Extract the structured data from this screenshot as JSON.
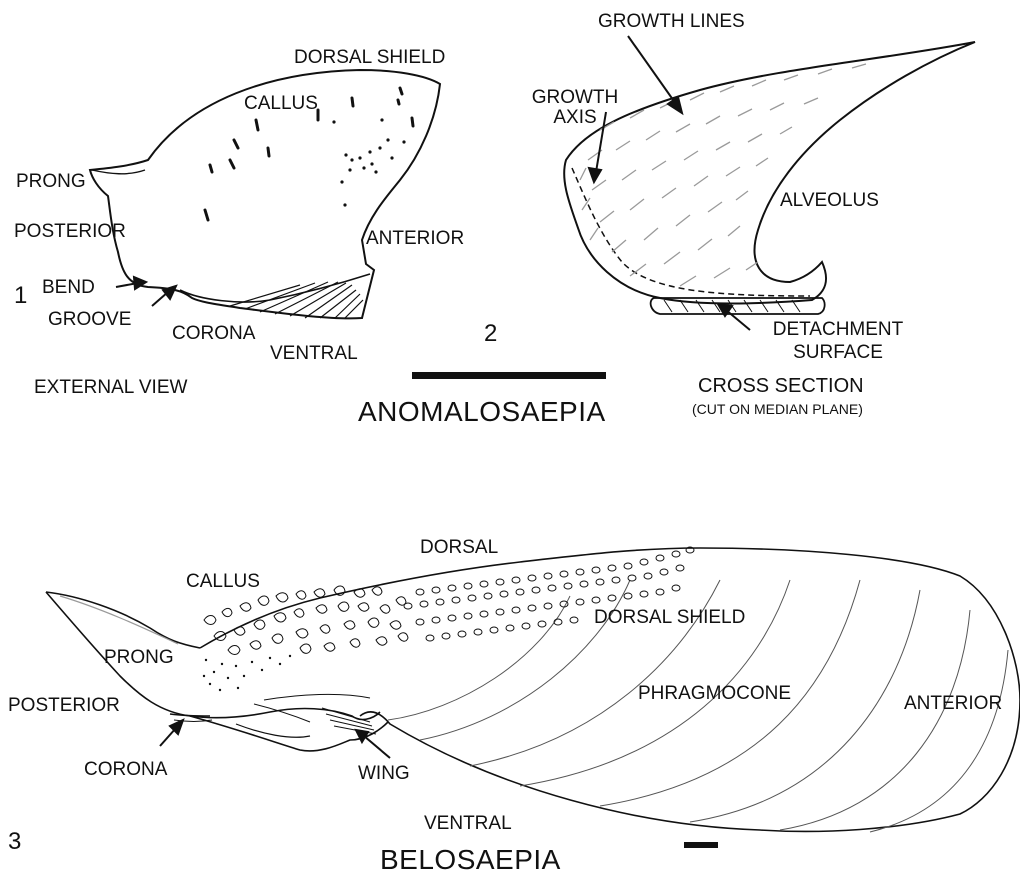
{
  "figure1": {
    "number": "1",
    "labels": {
      "dorsal_shield": "DORSAL SHIELD",
      "callus": "CALLUS",
      "prong": "PRONG",
      "posterior": "POSTERIOR",
      "anterior": "ANTERIOR",
      "bend": "BEND",
      "groove": "GROOVE",
      "corona": "CORONA",
      "ventral": "VENTRAL"
    },
    "caption": "EXTERNAL VIEW"
  },
  "figure2": {
    "number": "2",
    "labels": {
      "growth_lines": "GROWTH LINES",
      "growth_axis_line1": "GROWTH",
      "growth_axis_line2": "AXIS",
      "alveolus": "ALVEOLUS",
      "detachment_line1": "DETACHMENT",
      "detachment_line2": "SURFACE"
    },
    "caption": "CROSS SECTION",
    "subcaption": "(CUT ON MEDIAN PLANE)"
  },
  "genus_top": "ANOMALOSAEPIA",
  "figure3": {
    "number": "3",
    "labels": {
      "dorsal": "DORSAL",
      "callus": "CALLUS",
      "dorsal_shield": "DORSAL SHIELD",
      "prong": "PRONG",
      "phragmocone": "PHRAGMOCONE",
      "posterior": "POSTERIOR",
      "anterior": "ANTERIOR",
      "corona": "CORONA",
      "wing": "WING",
      "ventral": "VENTRAL"
    }
  },
  "genus_bottom": "BELOSAEPIA",
  "colors": {
    "ink": "#111111",
    "hatch": "#9a9a9a",
    "background": "#ffffff"
  }
}
